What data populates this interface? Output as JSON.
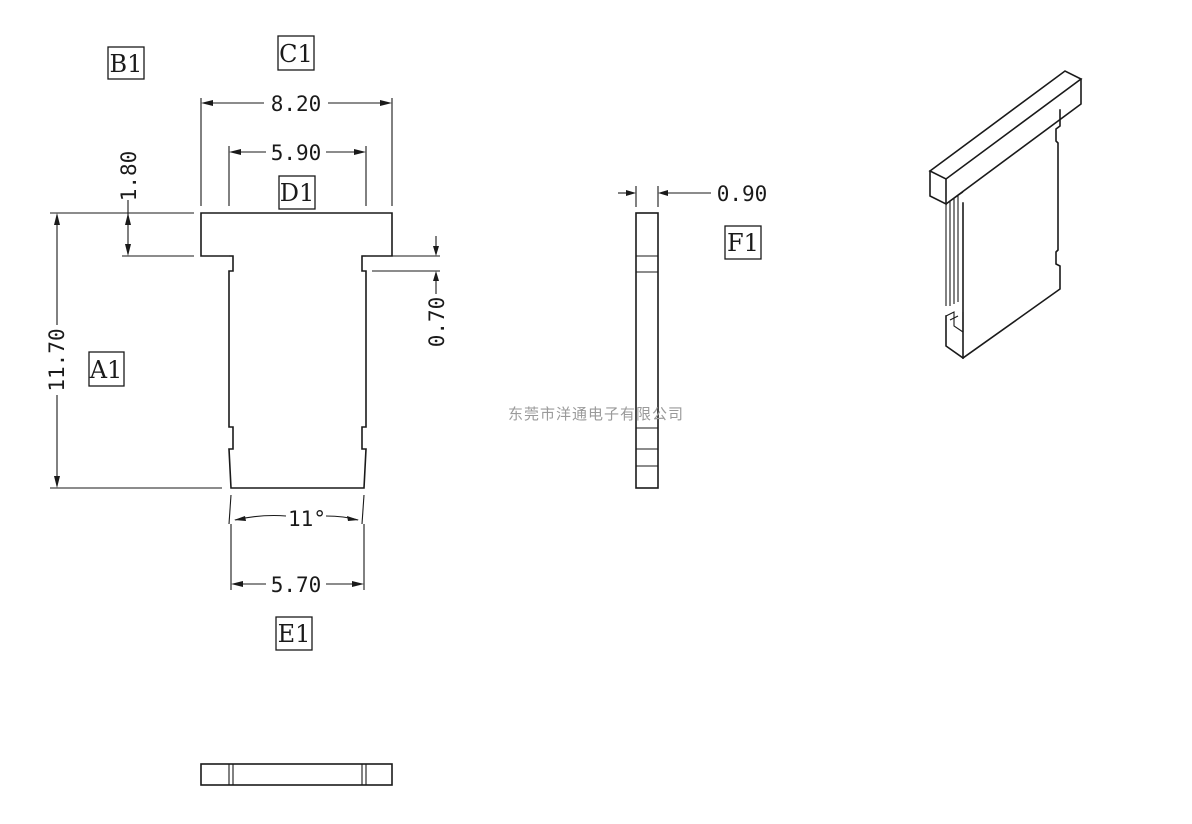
{
  "labels": {
    "a1": "A1",
    "b1": "B1",
    "c1": "C1",
    "d1": "D1",
    "e1": "E1",
    "f1": "F1"
  },
  "dimensions": {
    "overall_width": "8.20",
    "inner_width": "5.90",
    "head_height": "1.80",
    "total_height": "11.70",
    "notch_depth": "0.70",
    "bottom_width": "5.70",
    "taper_angle": "11°",
    "thickness": "0.90"
  },
  "watermark": "东莞市洋通电子有限公司"
}
